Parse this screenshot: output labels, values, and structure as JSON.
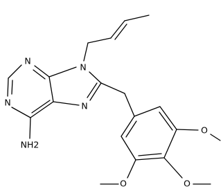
{
  "atom_labels": {
    "n9": "N",
    "n3": "N",
    "n1": "N",
    "n7": "N",
    "nh2": "NH2",
    "o3": "O",
    "o4": "O",
    "o5": "O"
  },
  "colors": {
    "bond": "#000000",
    "background": "#ffffff"
  }
}
